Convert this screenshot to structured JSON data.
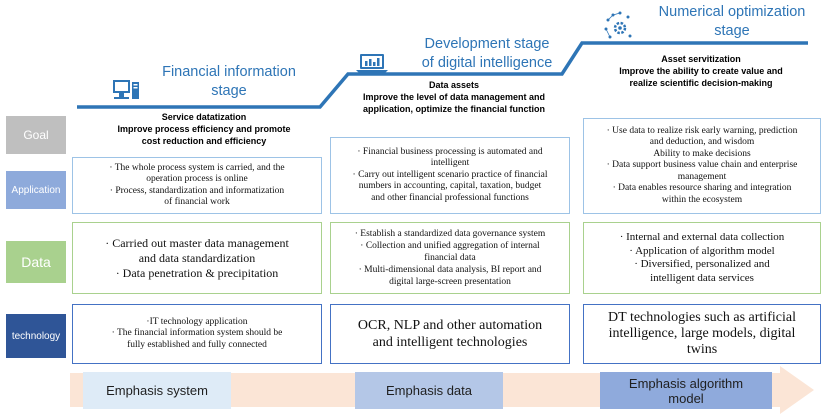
{
  "stages": [
    {
      "title": "Financial information\nstage",
      "icon": "computer-icon"
    },
    {
      "title": "Development stage\nof digital intelligence",
      "icon": "laptop-chart-icon"
    },
    {
      "title": "Numerical optimization\nstage",
      "icon": "network-gear-icon"
    }
  ],
  "goals": [
    "Service datatization\nImprove process efficiency and promote\ncost reduction and efficiency",
    "Data assets\nImprove the level of data management and\napplication, optimize the financial function",
    "Asset servitization\nImprove the ability to create value and\nrealize scientific decision-making"
  ],
  "row_labels": {
    "goal": "Goal",
    "application": "Application",
    "data": "Data",
    "technology": "technology"
  },
  "application": [
    [
      "· The whole process system is carried, and the",
      "operation process is online",
      "· Process, standardization and informatization",
      "of financial work"
    ],
    [
      "· Financial business processing is automated and",
      "intelligent",
      "· Carry out intelligent scenario practice of financial",
      "numbers in accounting, capital, taxation, budget",
      "and other financial professional functions"
    ],
    [
      "· Use data to realize risk early warning, prediction",
      "and deduction, and wisdom",
      "Ability to make decisions",
      "· Data support business value chain and enterprise",
      "management",
      "· Data enables resource sharing and integration",
      "within the ecosystem"
    ]
  ],
  "data": [
    [
      "· Carried out master data management",
      "and data standardization",
      "· Data penetration & precipitation"
    ],
    [
      "· Establish a standardized data governance system",
      "· Collection and unified aggregation of internal",
      "financial data",
      "· Multi-dimensional data analysis, BI report and",
      "digital large-screen presentation"
    ],
    [
      "· Internal and external data collection",
      "· Application of algorithm model",
      "· Diversified, personalized and",
      "intelligent data services"
    ]
  ],
  "technology": [
    [
      "·IT technology application",
      "· The financial information system should be",
      "fully established and fully connected"
    ],
    [
      "OCR, NLP and other automation",
      "and intelligent technologies"
    ],
    [
      "DT technologies such as artificial",
      "intelligence, large models, digital",
      "twins"
    ]
  ],
  "emphasis": [
    "Emphasis system",
    "Emphasis data",
    "Emphasis algorithm\nmodel"
  ],
  "colors": {
    "accent_blue": "#2e75b6",
    "goal_label": "#bfbfbf",
    "application_label": "#8eaadb",
    "data_label": "#a9d18e",
    "technology_label": "#2f5597",
    "arrow": "#fbe5d6"
  }
}
